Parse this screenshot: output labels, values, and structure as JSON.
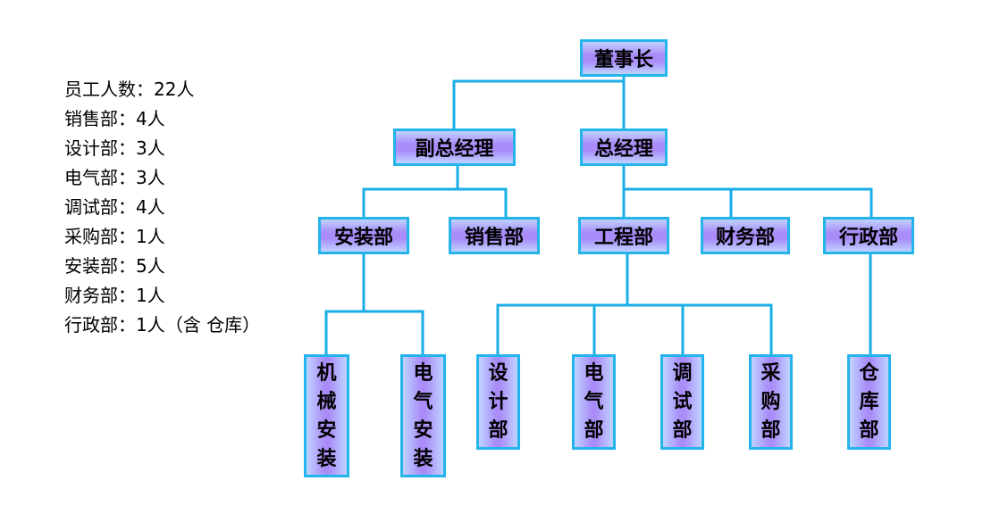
{
  "stats": [
    "员工人数：22人",
    "销售部：4人",
    "设计部：3人",
    "电气部：3人",
    "调试部：4人",
    "采购部：1人",
    "安装部：5人",
    "财务部：1人",
    "行政部：1人（含 仓库）"
  ],
  "org": {
    "chairman": "董事长",
    "vice_gm": "副总经理",
    "gm": "总经理",
    "install_dept": "安装部",
    "sales_dept": "销售部",
    "engineering_dept": "工程部",
    "finance_dept": "财务部",
    "admin_dept": "行政部",
    "mech_install": [
      "机",
      "械",
      "安",
      "装"
    ],
    "elec_install": [
      "电",
      "气",
      "安",
      "装"
    ],
    "design": [
      "设",
      "计",
      "部"
    ],
    "electrical": [
      "电",
      "气",
      "部"
    ],
    "debug": [
      "调",
      "试",
      "部"
    ],
    "purchase": [
      "采",
      "购",
      "部"
    ],
    "warehouse": [
      "仓",
      "库",
      "部"
    ]
  },
  "colors": {
    "line": "#1aaee8",
    "border": "#24b4ec",
    "fill_light": "#bfd3ff",
    "fill_mid": "#a98cf8"
  }
}
